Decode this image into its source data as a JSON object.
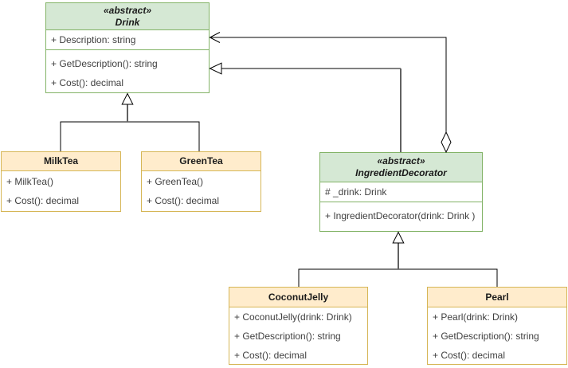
{
  "diagram": {
    "kind": "uml-class-diagram",
    "background": "#ffffff",
    "colors": {
      "abstract_header_fill": "#d5e8d4",
      "abstract_border": "#82b366",
      "concrete_header_fill": "#ffeccc",
      "concrete_border": "#d6b656",
      "edge_color": "#000000",
      "overlap_edge_color": "#616161",
      "body_text": "#3f3f3f"
    }
  },
  "classes": {
    "drink": {
      "stereotype": "«abstract»",
      "name": "Drink",
      "attributes": [
        "+ Description: string"
      ],
      "methods": [
        "+ GetDescription(): string",
        "+ Cost(): decimal"
      ]
    },
    "milk_tea": {
      "name": "MilkTea",
      "members": [
        "+ MilkTea()",
        "+ Cost(): decimal"
      ]
    },
    "green_tea": {
      "name": "GreenTea",
      "members": [
        "+ GreenTea()",
        "+ Cost(): decimal"
      ]
    },
    "ingredient_decorator": {
      "stereotype": "«abstract»",
      "name": "IngredientDecorator",
      "attributes": [
        "# _drink: Drink"
      ],
      "methods": [
        "+ IngredientDecorator(drink: Drink )"
      ]
    },
    "coconut_jelly": {
      "name": "CoconutJelly",
      "members": [
        "+ CoconutJelly(drink: Drink)",
        "+ GetDescription(): string",
        "+ Cost(): decimal"
      ]
    },
    "pearl": {
      "name": "Pearl",
      "members": [
        "+ Pearl(drink: Drink)",
        "+ GetDescription(): string",
        "+ Cost(): decimal"
      ]
    }
  },
  "relationships": [
    {
      "type": "generalization",
      "from": "MilkTea",
      "to": "Drink"
    },
    {
      "type": "generalization",
      "from": "GreenTea",
      "to": "Drink"
    },
    {
      "type": "generalization",
      "from": "IngredientDecorator",
      "to": "Drink"
    },
    {
      "type": "aggregation",
      "from": "IngredientDecorator",
      "to": "Drink"
    },
    {
      "type": "generalization",
      "from": "CoconutJelly",
      "to": "IngredientDecorator"
    },
    {
      "type": "generalization",
      "from": "Pearl",
      "to": "IngredientDecorator"
    }
  ]
}
